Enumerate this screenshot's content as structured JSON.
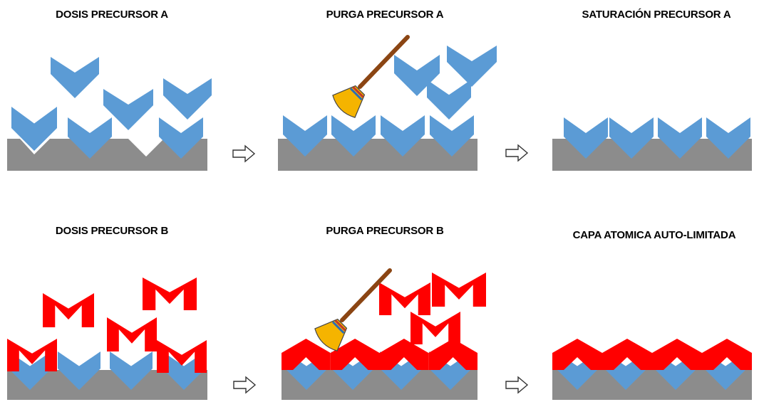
{
  "panels": {
    "a_dose": {
      "title": "DOSIS PRECURSOR A"
    },
    "a_purge": {
      "title": "PURGA PRECURSOR A"
    },
    "a_sat": {
      "title": "SATURACIÓN PRECURSOR A"
    },
    "b_dose": {
      "title": "DOSIS PRECURSOR B"
    },
    "b_purge": {
      "title": "PURGA PRECURSOR B"
    },
    "b_layer": {
      "title": "CAPA ATOMICA AUTO-LIMITADA"
    }
  },
  "colors": {
    "substrate": "#8c8c8c",
    "precursor_a": "#5b9bd5",
    "precursor_b": "#ff0000",
    "broom_handle": "#8b4513",
    "broom_bristles": "#f5b400"
  },
  "icons": {
    "step_arrow": "hollow-right-arrow-icon",
    "broom": "broom-icon"
  }
}
